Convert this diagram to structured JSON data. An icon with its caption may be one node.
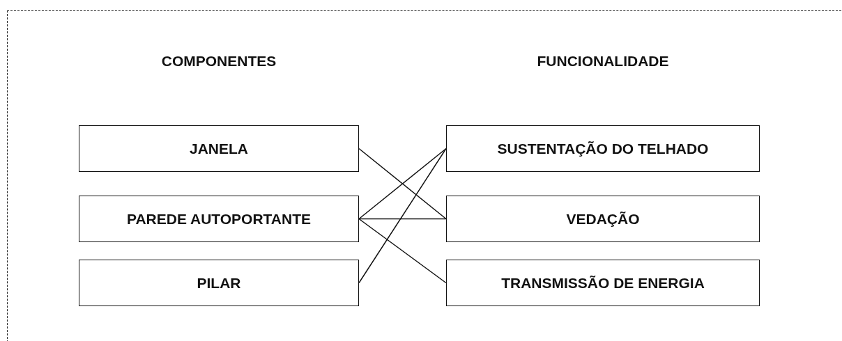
{
  "diagram": {
    "nodes": [
      {
        "text": [
          "JANELA"
        ]
      },
      {
        "text": [
          "PAREDE AUTOPORTANTE"
        ]
      },
      {
        "text": [
          "PILAR"
        ]
      },
      {
        "text": [
          "SUSTENTAÇÃO DO TELHADO"
        ]
      },
      {
        "text": [
          "VEDAÇÃO"
        ]
      },
      {
        "text": [
          "TRANSMISSÃO DE ENERGIA"
        ]
      }
    ],
    "edges": [
      {
        "from": 0,
        "to": 4,
        "arrow": "none"
      },
      {
        "from": 1,
        "to": 3,
        "arrow": "none"
      },
      {
        "from": 1,
        "to": 4,
        "arrow": "none"
      },
      {
        "from": 1,
        "to": 5,
        "arrow": "none"
      },
      {
        "from": 2,
        "to": 3,
        "arrow": "none"
      }
    ],
    "labels": [
      "COMPONENTES",
      "FUNCIONALIDADE"
    ]
  }
}
